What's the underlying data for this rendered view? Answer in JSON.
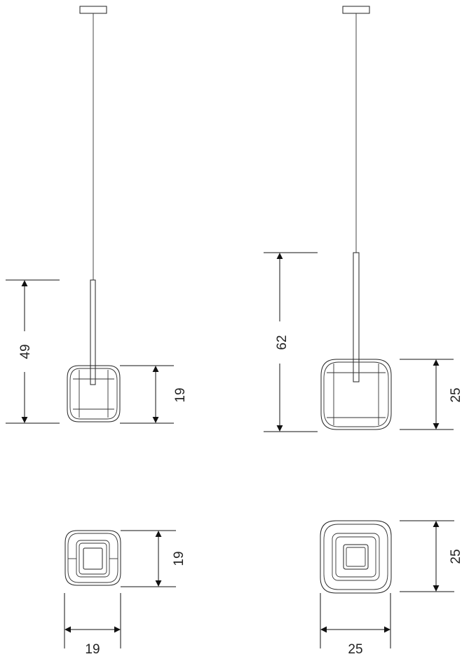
{
  "dimensions": {
    "small_height": "49",
    "small_shade_height": "19",
    "large_height": "62",
    "large_shade_height": "25",
    "small_top_depth": "19",
    "small_top_width": "19",
    "large_top_depth": "25",
    "large_top_width": "25"
  }
}
